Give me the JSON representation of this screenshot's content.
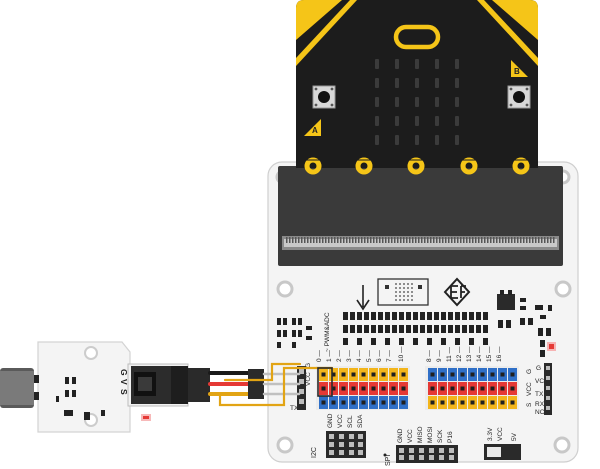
{
  "microbit": {
    "button_a": "A",
    "button_b": "B"
  },
  "expansion_board": {
    "pwm_adc_label": "~ PWM&ADC",
    "pin_numbers": [
      "0",
      "1",
      "2",
      "3",
      "4",
      "5",
      "6",
      "7",
      "10",
      "8",
      "9",
      "11",
      "12",
      "13",
      "14",
      "15",
      "16"
    ],
    "left_pin_legend": [
      "G",
      "VCC",
      "RX",
      "TX"
    ],
    "left_pin_legend_alt": [
      "S"
    ],
    "right_pin_legend": [
      "G",
      "VCC",
      "S"
    ],
    "right_header_labels": [
      "G",
      "VC",
      "TX",
      "RX",
      "NC"
    ],
    "i2c_title": "I2C",
    "i2c_pins": [
      "GND",
      "VCC",
      "SCL",
      "SDA"
    ],
    "spi_title": "SPI",
    "spi_pins": [
      "GND",
      "VCC",
      "MISO",
      "MOSI",
      "SCK",
      "P16"
    ],
    "voltage_labels": [
      "3.3V",
      "VCC",
      "5V"
    ]
  },
  "sensor": {
    "pin_labels": [
      "G",
      "V",
      "S"
    ]
  },
  "colors": {
    "microbit_body": "#1c1c1c",
    "accent_yellow": "#f5c518",
    "board_white": "#f4f4f4",
    "header_red": "#e53935",
    "header_blue": "#2f6fc7",
    "header_yellow": "#f3b51b",
    "wire_orange": "#e2a414"
  }
}
